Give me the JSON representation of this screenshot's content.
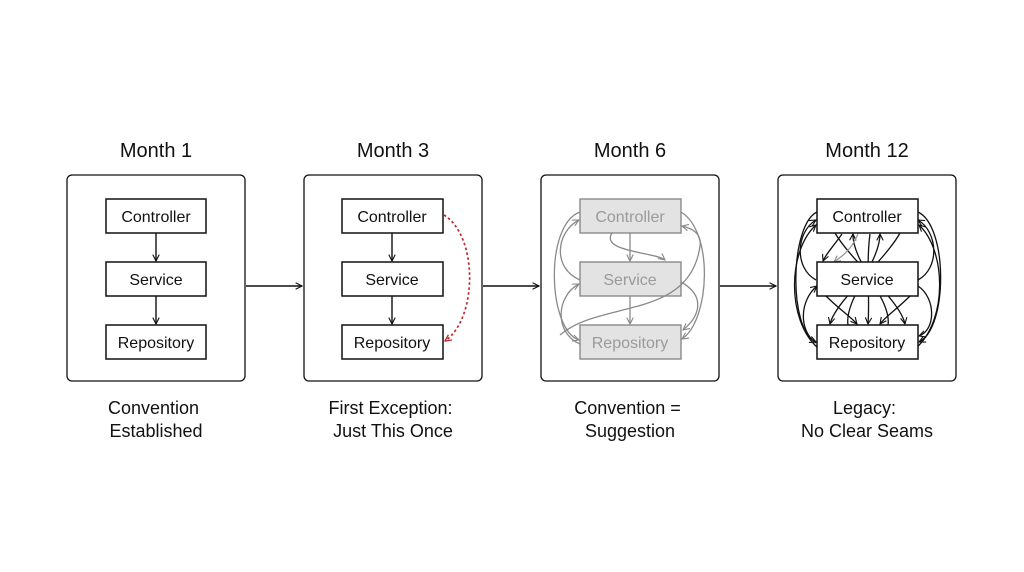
{
  "stages": [
    {
      "title": "Month 1",
      "caption": [
        "Convention",
        "Established"
      ],
      "nodes": [
        "Controller",
        "Service",
        "Repository"
      ]
    },
    {
      "title": "Month 3",
      "caption": [
        "First Exception:",
        "Just This Once"
      ],
      "nodes": [
        "Controller",
        "Service",
        "Repository"
      ]
    },
    {
      "title": "Month 6",
      "caption": [
        "Convention =",
        "Suggestion"
      ],
      "nodes": [
        "Controller",
        "Service",
        "Repository"
      ]
    },
    {
      "title": "Month 12",
      "caption": [
        "Legacy:",
        "No Clear Seams"
      ],
      "nodes": [
        "Controller",
        "Service",
        "Repository"
      ]
    }
  ],
  "colors": {
    "stroke": "#111111",
    "faded_stroke": "#8a8a8a",
    "faded_fill": "#e3e3e3",
    "faded_text": "#9a9a9a",
    "exception": "#c0282b"
  }
}
